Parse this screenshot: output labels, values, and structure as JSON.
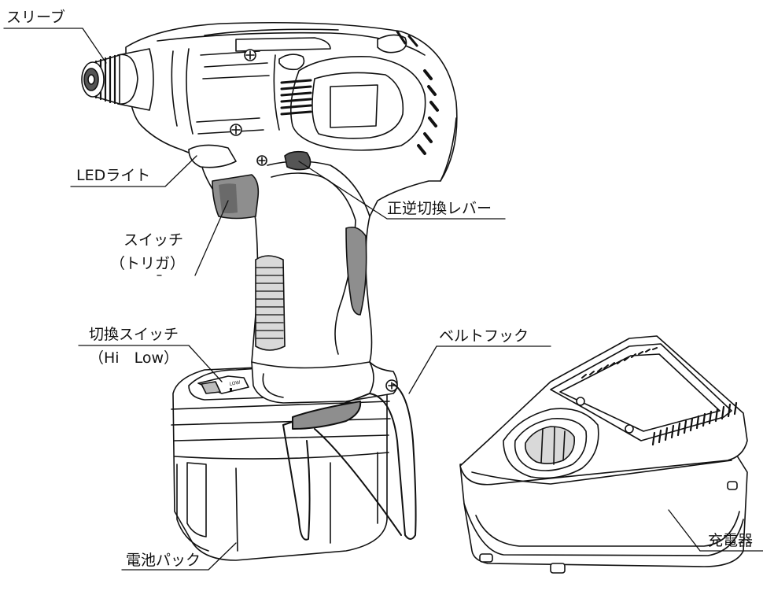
{
  "labels": {
    "sleeve": "スリーブ",
    "led_light": "LEDライト",
    "direction_lever": "正逆切換レバー",
    "switch": "スイッチ",
    "switch_sub": "（トリガ）",
    "speed_switch": "切換スイッチ",
    "speed_switch_sub": "（Hi　Low）",
    "belt_hook": "ベルトフック",
    "battery_pack": "電池パック",
    "charger": "充電器"
  },
  "battery_markings": {
    "low": "LOW"
  },
  "colors": {
    "line": "#111111",
    "fill": "#ffffff",
    "grip_gray": "#8e8e8e",
    "dark_gray": "#555555",
    "light_gray": "#d9d9d9"
  }
}
